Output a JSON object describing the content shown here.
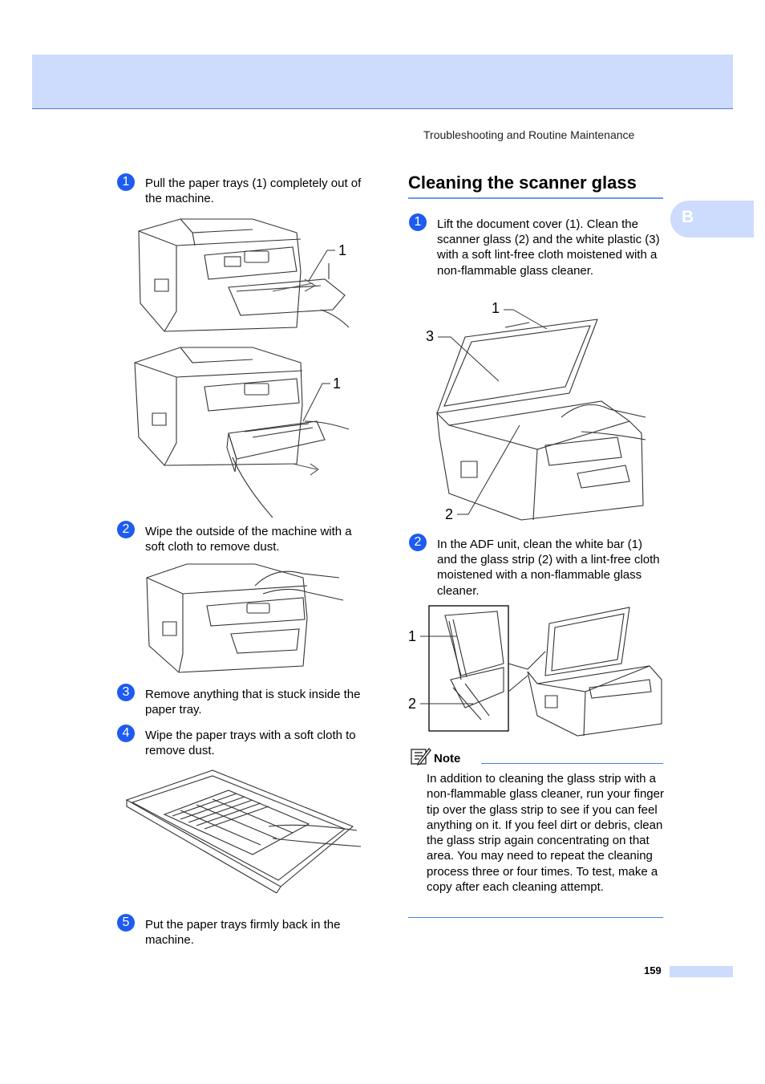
{
  "running_head": "Troubleshooting and Routine Maintenance",
  "chapter_tab": "B",
  "page_number": "159",
  "left_steps": [
    {
      "num": "1",
      "text": "Pull the paper trays (1) completely out of the machine."
    },
    {
      "num": "2",
      "text": "Wipe the outside of the machine with a soft cloth to remove dust."
    },
    {
      "num": "3",
      "text": "Remove anything that is stuck inside the paper tray."
    },
    {
      "num": "4",
      "text": "Wipe the paper trays with a soft cloth to remove dust."
    },
    {
      "num": "5",
      "text": "Put the paper trays firmly back in the machine."
    }
  ],
  "section": {
    "title": "Cleaning the scanner glass",
    "steps": [
      {
        "num": "1",
        "text": "Lift the document cover (1). Clean the scanner glass (2) and the white plastic (3) with a soft lint-free cloth moistened with a non-flammable glass cleaner."
      },
      {
        "num": "2",
        "text": "In the ADF unit, clean the white bar (1) and the glass strip (2) with a lint-free cloth moistened with a non-flammable glass cleaner."
      }
    ]
  },
  "figure_callouts": {
    "tray_pull_1": "1",
    "tray_pull_2": "1",
    "scanner_1": "1",
    "scanner_2": "2",
    "scanner_3": "3",
    "adf_1": "1",
    "adf_2": "2"
  },
  "note": {
    "title": "Note",
    "text": "In addition to cleaning the glass strip with a non-flammable glass cleaner, run your finger tip over the glass strip to see if you can feel anything on it. If you feel dirt or debris, clean the glass strip again concentrating on that area. You may need to repeat the cleaning process three or four times. To test, make a copy after each cleaning attempt."
  },
  "colors": {
    "header_band": "#cddcfc",
    "accent_blue": "#1e5bef",
    "rule_blue": "#4a7fe0"
  }
}
